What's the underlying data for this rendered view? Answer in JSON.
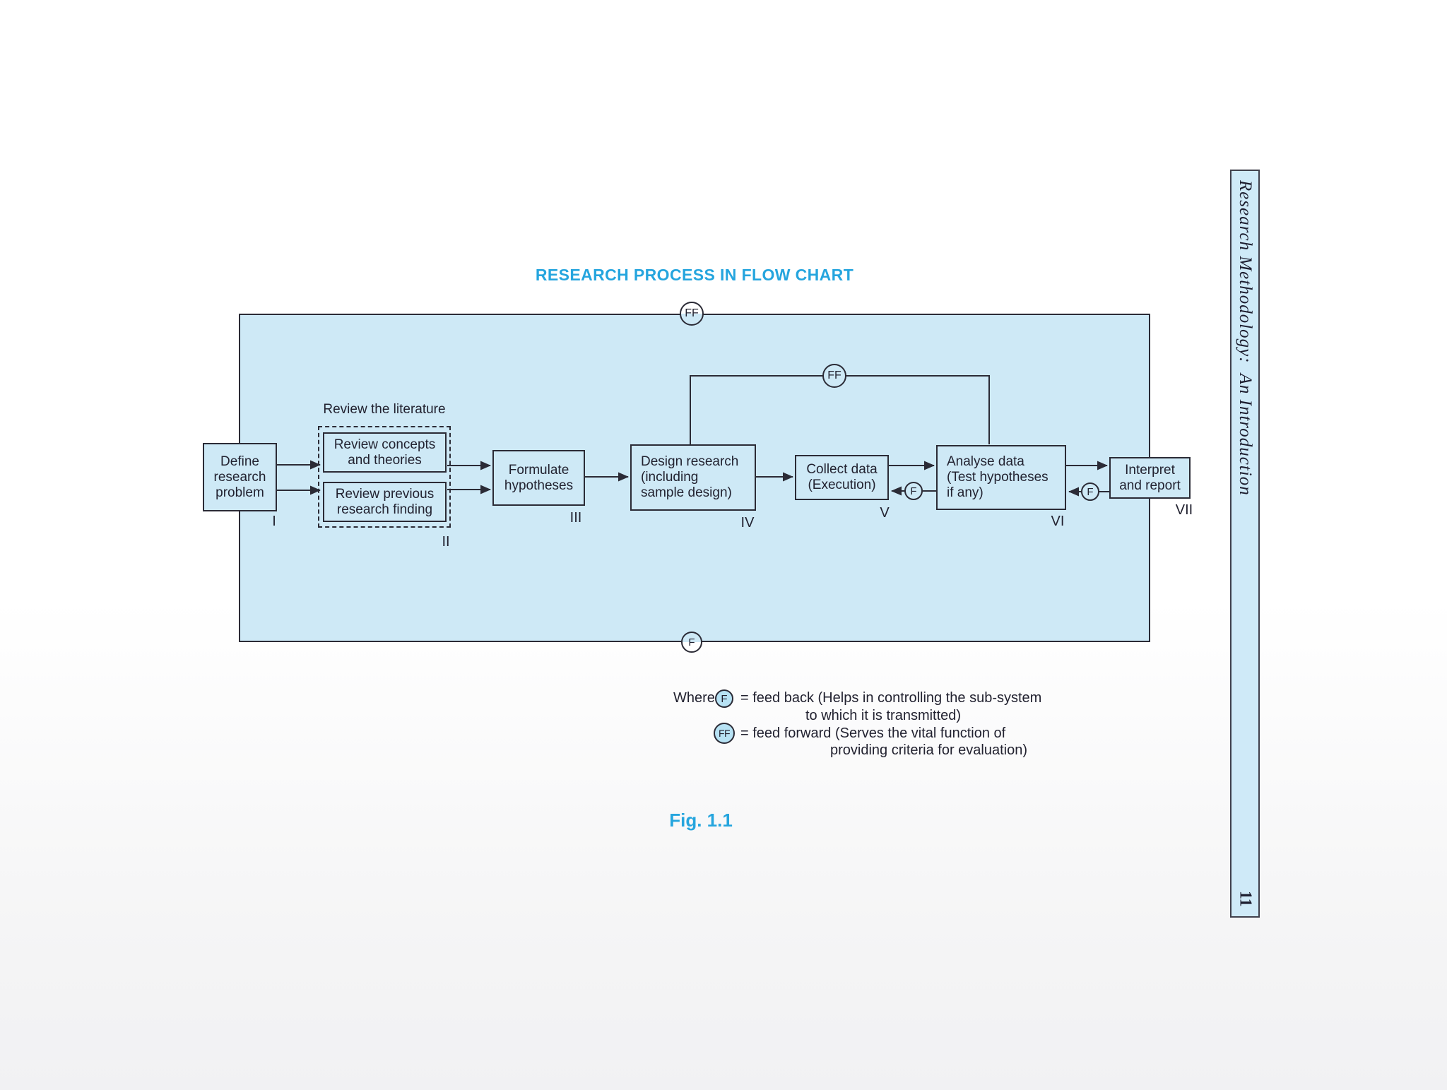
{
  "page": {
    "title": "RESEARCH PROCESS IN FLOW CHART",
    "caption": "Fig. 1.1",
    "sidebar_title": "Research Methodology:  An Introduction",
    "page_number": "11"
  },
  "colors": {
    "accent_cyan": "#25a5de",
    "diagram_fill": "#cee9f6",
    "legend_circle_fill": "#b7e2f4",
    "line_dark": "#2b2b36",
    "sidebar_fill": "#cfeaf8"
  },
  "flowchart": {
    "nodes": [
      {
        "id": "define",
        "label": "Define\nresearch\nproblem",
        "numeral": "I"
      },
      {
        "id": "review-group",
        "label": "Review the literature",
        "numeral": "II"
      },
      {
        "id": "review-concepts",
        "label": "Review concepts\nand theories"
      },
      {
        "id": "review-previous",
        "label": "Review previous\nresearch finding"
      },
      {
        "id": "formulate",
        "label": "Formulate\nhypotheses",
        "numeral": "III"
      },
      {
        "id": "design",
        "label": "Design research\n(including\nsample design)",
        "numeral": "IV"
      },
      {
        "id": "collect",
        "label": "Collect data\n(Execution)",
        "numeral": "V"
      },
      {
        "id": "analyse",
        "label": "Analyse data\n(Test hypotheses\nif any)",
        "numeral": "VI"
      },
      {
        "id": "interpret",
        "label": "Interpret\nand report",
        "numeral": "VII"
      }
    ],
    "symbols": {
      "feedback": "F",
      "feedforward": "FF"
    }
  },
  "legend": {
    "where": "Where",
    "f_symbol": "F",
    "f_line1": "= feed back (Helps in controlling the sub-system",
    "f_line2": "to which it is transmitted)",
    "ff_symbol": "FF",
    "ff_line1": "= feed forward (Serves the vital function of",
    "ff_line2": "providing criteria for evaluation)"
  }
}
